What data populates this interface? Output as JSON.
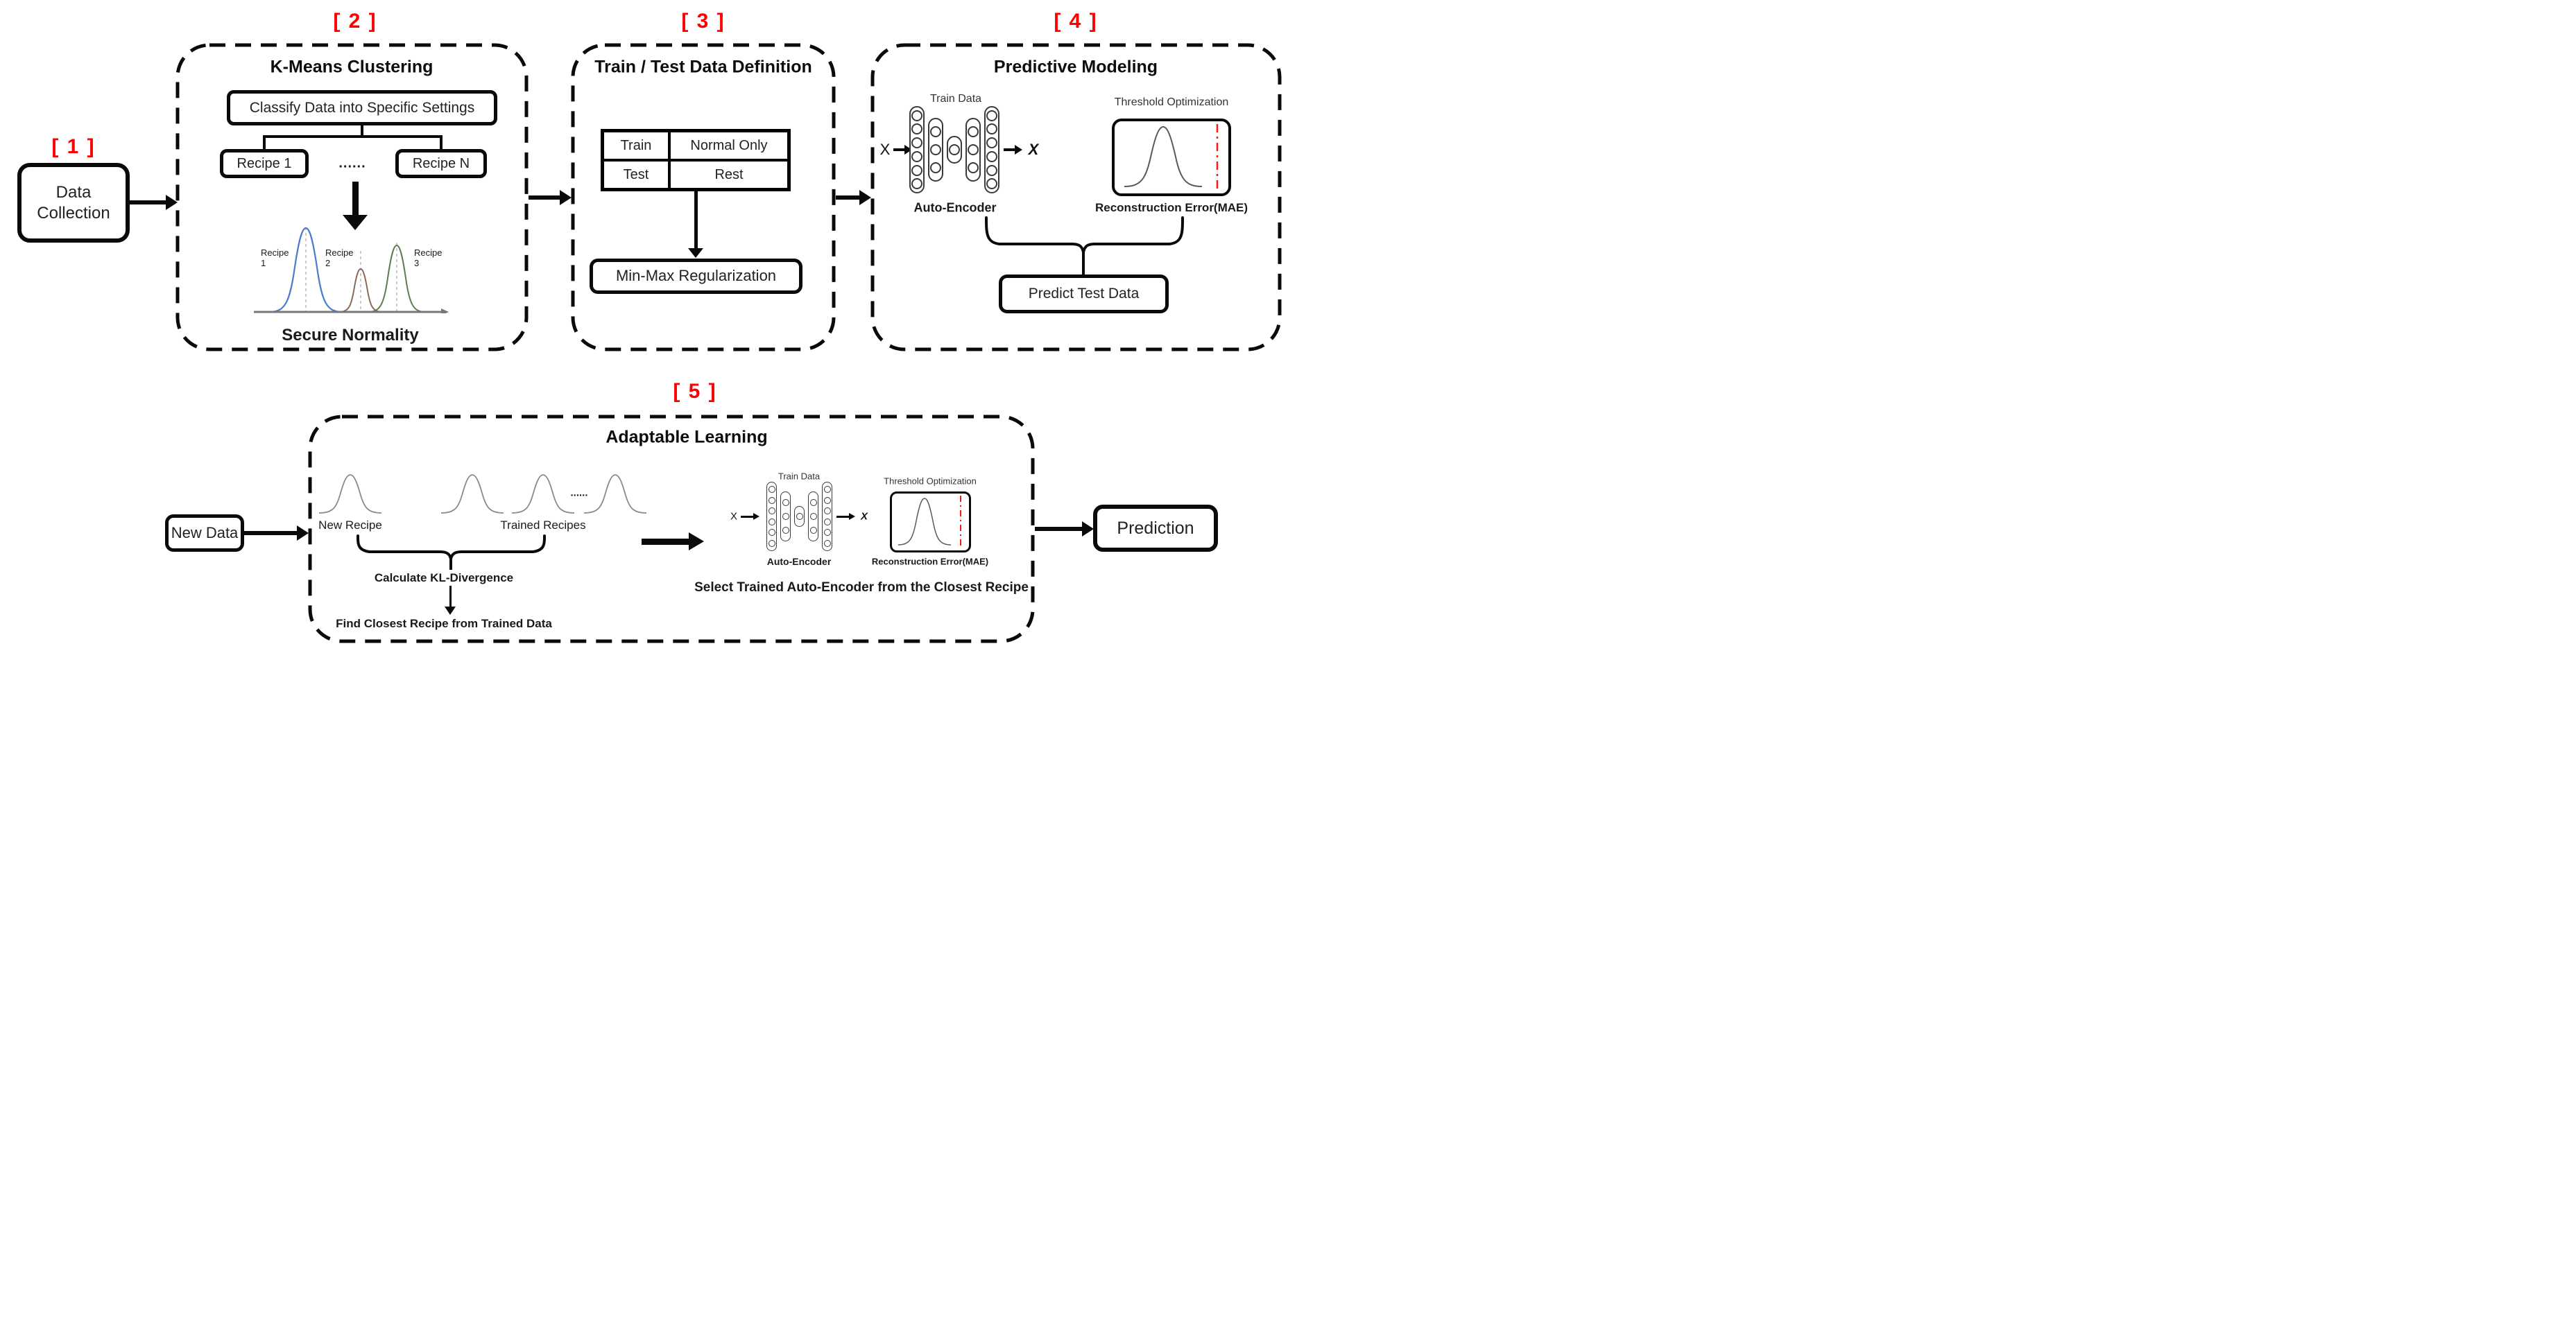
{
  "figure": {
    "accent_red": "#ff0000",
    "threshold_line_color": "#ff1414",
    "curve_gray": "#5a5a5a",
    "bell_gray": "#8a8a8a",
    "stage1": {
      "tag": "[ 1 ]",
      "box": "Data Collection"
    },
    "stage2": {
      "tag": "[ 2 ]",
      "title": "K-Means Clustering",
      "classify_box": "Classify Data into Specific Settings",
      "recipe_first": "Recipe 1",
      "ellipsis": "......",
      "recipe_last": "Recipe N",
      "distributions": [
        {
          "label": "Recipe",
          "number": "1",
          "color": "#4a7bd0"
        },
        {
          "label": "Recipe",
          "number": "2",
          "color": "#8a6a58"
        },
        {
          "label": "Recipe",
          "number": "3",
          "color": "#5e7c4e"
        }
      ],
      "caption": "Secure Normality"
    },
    "stage3": {
      "tag": "[ 3 ]",
      "title": "Train / Test Data Definition",
      "table": {
        "rows": [
          [
            "Train",
            "Normal Only"
          ],
          [
            "Test",
            "Rest"
          ]
        ]
      },
      "regularization_box": "Min-Max Regularization"
    },
    "stage4": {
      "tag": "[ 4 ]",
      "title": "Predictive Modeling",
      "train_data_label": "Train Data",
      "input_label": "X",
      "output_label": "X",
      "autoencoder_label": "Auto-Encoder",
      "threshold_label": "Threshold Optimization",
      "error_label": "Reconstruction Error(MAE)",
      "predict_box": "Predict Test Data"
    },
    "stage5": {
      "tag": "[ 5 ]",
      "title": "Adaptable Learning",
      "new_data_box": "New Data",
      "new_recipe_label": "New Recipe",
      "trained_recipes_label": "Trained Recipes",
      "ellipsis": "......",
      "kl_label": "Calculate KL-Divergence",
      "find_label": "Find Closest Recipe from Trained Data",
      "train_data_label": "Train Data",
      "input_label": "X",
      "output_label": "X",
      "autoencoder_label": "Auto-Encoder",
      "threshold_label": "Threshold Optimization",
      "error_label": "Reconstruction Error(MAE)",
      "select_label": "Select Trained Auto-Encoder from the Closest Recipe",
      "prediction_box": "Prediction"
    }
  },
  "autoencoder_layers": [
    6,
    3,
    1,
    3,
    6
  ]
}
